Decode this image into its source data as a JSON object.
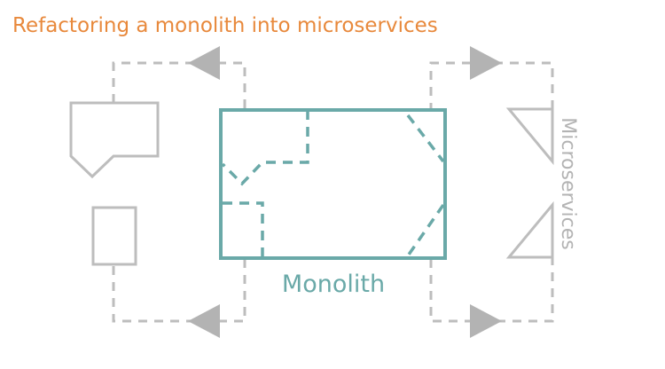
{
  "title": "Refactoring a monolith into microservices",
  "monolith_label": "Monolith",
  "microservices_label": "Microservices",
  "colors": {
    "title": "#e8893c",
    "monolith": "#6aa9a8",
    "gray": "#bdbdbd",
    "arrow": "#b3b3b3",
    "background": "#ffffff"
  },
  "icons": {
    "left_top": "speech-bubble-icon",
    "left_bottom": "rectangle-icon",
    "right_top": "triangle-icon",
    "right_bottom": "triangle-icon"
  }
}
